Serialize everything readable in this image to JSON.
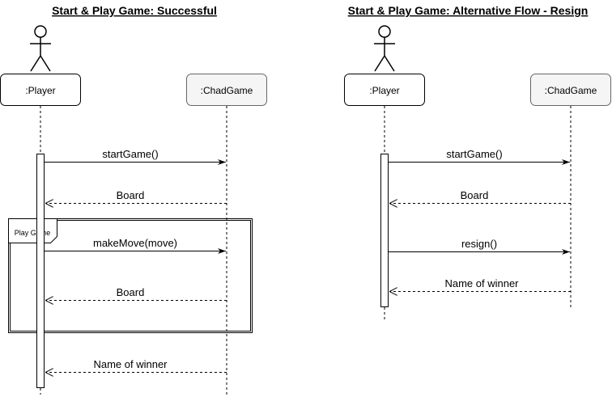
{
  "diagrams": [
    {
      "title": "Start & Play Game: Successful",
      "actor_label": ":Player",
      "object_label": ":ChadGame",
      "frame_label": "Play Game",
      "messages": [
        {
          "label": "startGame()",
          "kind": "call"
        },
        {
          "label": "Board",
          "kind": "return"
        },
        {
          "label": "makeMove(move)",
          "kind": "call"
        },
        {
          "label": "Board",
          "kind": "return"
        },
        {
          "label": "Name of winner",
          "kind": "return"
        }
      ]
    },
    {
      "title": "Start & Play Game: Alternative Flow - Resign",
      "actor_label": ":Player",
      "object_label": ":ChadGame",
      "messages": [
        {
          "label": "startGame()",
          "kind": "call"
        },
        {
          "label": "Board",
          "kind": "return"
        },
        {
          "label": "resign()",
          "kind": "call"
        },
        {
          "label": "Name of winner",
          "kind": "return"
        }
      ]
    }
  ],
  "colors": {
    "line": "#000000",
    "actor_box_fill": "#ffffff",
    "object_box_fill": "#f5f5f5",
    "object_box_stroke": "#666666"
  }
}
